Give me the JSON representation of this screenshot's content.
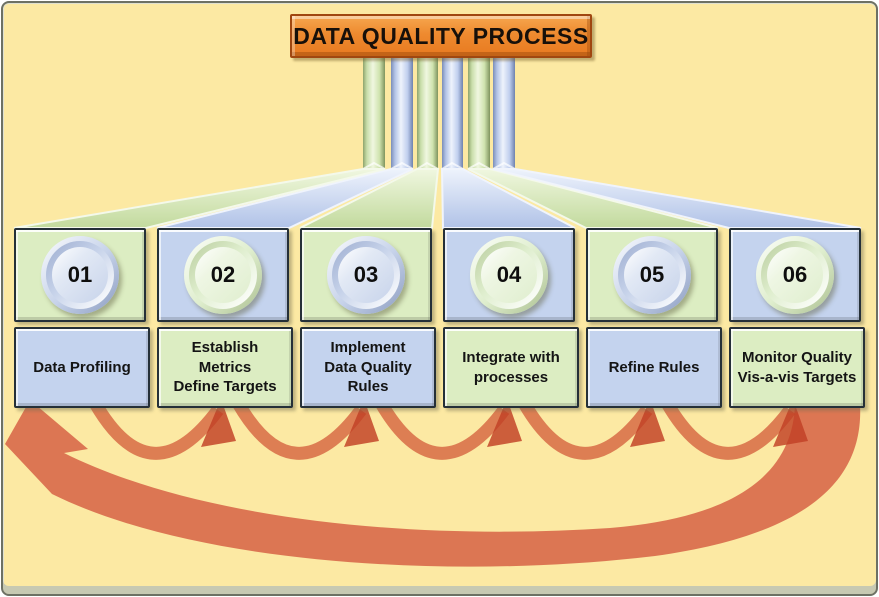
{
  "diagram": {
    "title": "DATA QUALITY PROCESS",
    "steps": [
      {
        "number": "01",
        "label": "Data Profiling"
      },
      {
        "number": "02",
        "label": "Establish\nMetrics\nDefine Targets"
      },
      {
        "number": "03",
        "label": "Implement\nData Quality\nRules"
      },
      {
        "number": "04",
        "label": "Integrate with\nprocesses"
      },
      {
        "number": "05",
        "label": "Refine Rules"
      },
      {
        "number": "06",
        "label": "Monitor Quality\nVis-a-vis Targets"
      }
    ],
    "flow": {
      "sequence_arrows": [
        "01→02",
        "02→03",
        "03→04",
        "04→05",
        "05→06"
      ],
      "feedback_arrow": "06→01"
    },
    "colors": {
      "background": "#FCE9A3",
      "title_orange": "#EE8A2F",
      "step_green": "#DCEDC2",
      "step_blue": "#C4D3EE",
      "arrow_salmon": "#D8694A",
      "arrowhead_red": "#C13F24"
    }
  }
}
